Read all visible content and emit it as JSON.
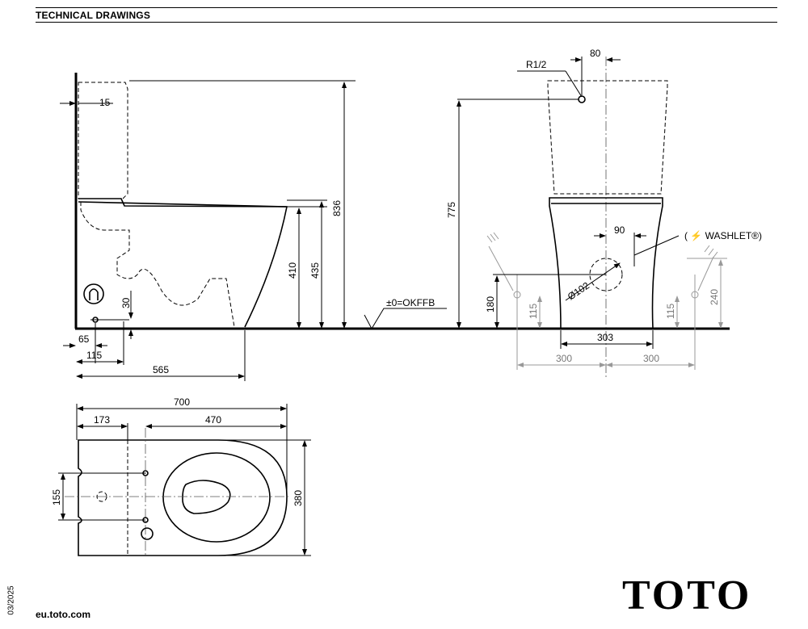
{
  "header": {
    "title": "TECHNICAL DRAWINGS"
  },
  "side_view": {
    "dims": {
      "d15": "15",
      "d836": "836",
      "d410": "410",
      "d435": "435",
      "d30": "30",
      "d65": "65",
      "d115": "115",
      "d565": "565"
    },
    "floor_label": "±0=OKFFB"
  },
  "front_view": {
    "dims": {
      "r12": "R1/2",
      "d80": "80",
      "d775": "775",
      "d90": "90",
      "d102": "Ø102",
      "d180": "180",
      "d115a": "115",
      "d115b": "115",
      "d240": "240",
      "d303": "303",
      "d300a": "300",
      "d300b": "300"
    },
    "washlet_label": "( ⚡ WASHLET®)"
  },
  "top_view": {
    "dims": {
      "d700": "700",
      "d173": "173",
      "d470": "470",
      "d155": "155",
      "d380": "380"
    }
  },
  "footer": {
    "website": "eu.toto.com",
    "date_code": "03/2025",
    "logo": "TOTO"
  }
}
